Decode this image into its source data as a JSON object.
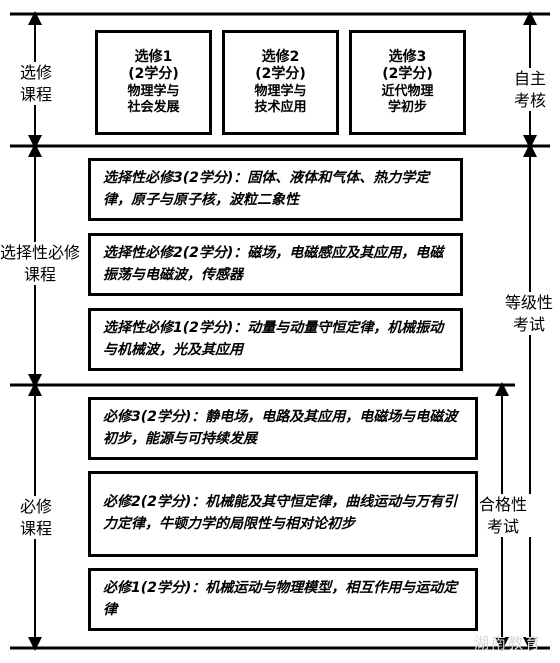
{
  "sections": {
    "elective": {
      "label_line1": "选修",
      "label_line2": "课程",
      "right_line1": "自主",
      "right_line2": "考核",
      "boxes": [
        {
          "title": "选修1",
          "credit": "(2学分)",
          "content_line1": "物理学与",
          "content_line2": "社会发展"
        },
        {
          "title": "选修2",
          "credit": "(2学分)",
          "content_line1": "物理学与",
          "content_line2": "技术应用"
        },
        {
          "title": "选修3",
          "credit": "(2学分)",
          "content_line1": "近代物理",
          "content_line2": "学初步"
        }
      ]
    },
    "selective_required": {
      "label_line1": "选择性必修",
      "label_line2": "课程",
      "right_line1": "等级性",
      "right_line2": "考试",
      "boxes": [
        {
          "text": "选择性必修3(2学分)：固体、液体和气体、热力学定律，原子与原子核，波粒二象性"
        },
        {
          "text": "选择性必修2(2学分)：磁场，电磁感应及其应用，电磁振荡与电磁波，传感器"
        },
        {
          "text": "选择性必修1(2学分)：动量与动量守恒定律，机械振动与机械波，光及其应用"
        }
      ]
    },
    "required": {
      "label_line1": "必修",
      "label_line2": "课程",
      "right_line1": "合格性",
      "right_line2": "考试",
      "boxes": [
        {
          "text": "必修3(2学分)：静电场，电路及其应用，电磁场与电磁波初步，能源与可持续发展"
        },
        {
          "text": "必修2(2学分)：机械能及其守恒定律，曲线运动与万有引力定律，牛顿力学的局限性与相对论初步"
        },
        {
          "text": "必修1(2学分)：机械运动与物理模型，相互作用与运动定律"
        }
      ]
    }
  },
  "watermark": "湖南教育"
}
